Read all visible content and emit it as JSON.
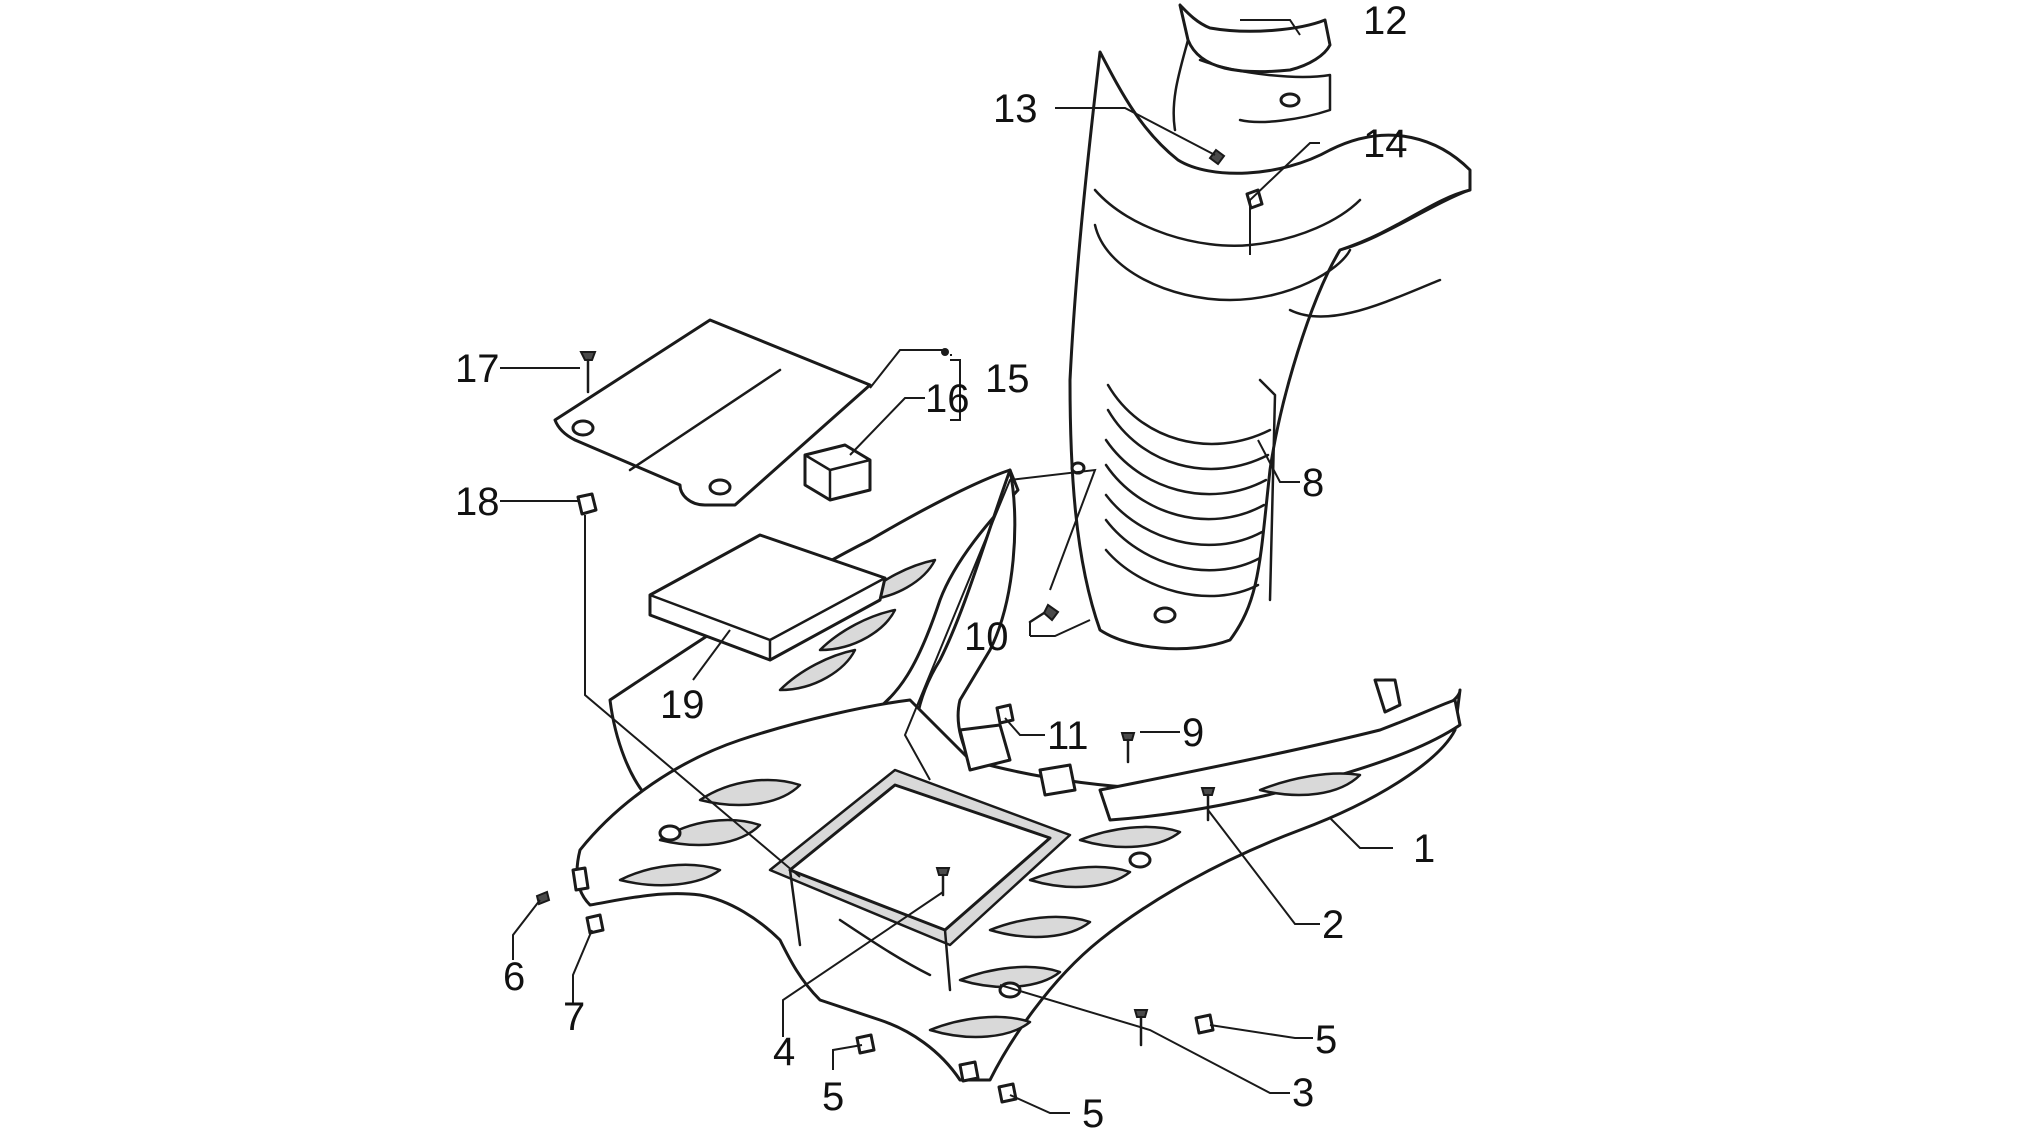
{
  "diagram": {
    "callouts": {
      "c1": "1",
      "c2": "2",
      "c3": "3",
      "c4": "4",
      "c5a": "5",
      "c5b": "5",
      "c5c": "5",
      "c6": "6",
      "c7": "7",
      "c8": "8",
      "c9": "9",
      "c10": "10",
      "c11": "11",
      "c12": "12",
      "c13": "13",
      "c14": "14",
      "c15": "15",
      "c16": "16",
      "c17": "17",
      "c18": "18",
      "c19": "19"
    }
  }
}
